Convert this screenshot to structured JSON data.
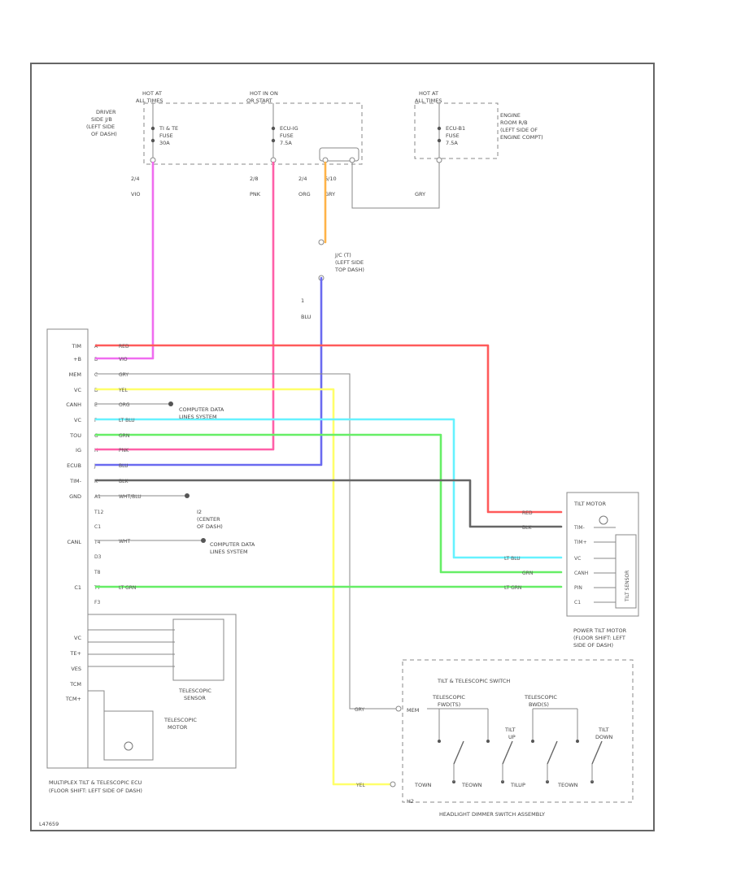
{
  "page": {
    "id_code": "L47659"
  },
  "fuse_panel_driver": {
    "hot1": "HOT AT",
    "hot2": "ALL TIMES",
    "hot3": "HOT IN ON",
    "hot4": "OR START",
    "loc1": "DRIVER",
    "loc2": "SIDE J/B",
    "loc3": "(LEFT SIDE",
    "loc4": "OF DASH)",
    "fuse1a": "TI & TE",
    "fuse1b": "FUSE",
    "fuse1c": "30A",
    "fuse2a": "ECU-IG",
    "fuse2b": "FUSE",
    "fuse2c": "7.5A"
  },
  "fuse_panel_engine": {
    "hot1": "HOT AT",
    "hot2": "ALL TIMES",
    "fuse_a": "ECU-B1",
    "fuse_b": "FUSE",
    "fuse_c": "7.5A",
    "loc1": "ENGINE",
    "loc2": "ROOM R/B",
    "loc3": "(LEFT SIDE OF",
    "loc4": "ENGINE COMPT)"
  },
  "connectors": {
    "c1": "2/4",
    "c2": "2/8",
    "c3": "2/4",
    "c4": "6/10"
  },
  "wires": {
    "vio": "VIO",
    "pnk": "PNK",
    "org": "ORG",
    "gry": "GRY",
    "gry2": "GRY",
    "blu": "BLU",
    "red": "RED",
    "wht": "WHT",
    "yel": "YEL",
    "lt_blu": "LT BLU",
    "grn": "GRN",
    "blk": "BLK",
    "wht_blu": "WHT/BLU",
    "lt_grn": "LT GRN",
    "gry_row": "GRY",
    "yel_row": "YEL"
  },
  "jb_connector": {
    "a1": "J/C (T)",
    "a2": "(LEFT SIDE",
    "a3": "TOP DASH)",
    "pin": "1"
  },
  "ecu": {
    "pins": [
      "TIM",
      "+B",
      "MEM",
      "VC",
      "CANH",
      "VC",
      "TOU",
      "IG",
      "ECUB",
      "TIM-",
      "GND",
      "",
      "",
      "CANL",
      "",
      "",
      "C1",
      "",
      "VC",
      "TE+",
      "VES",
      "TCM",
      "TCM+"
    ],
    "pin_nums": [
      "A",
      "B",
      "C",
      "D",
      "E",
      "F",
      "G",
      "H",
      "J",
      "K",
      "A1",
      "T12",
      "C1",
      "T4",
      "D3",
      "T8",
      "T7",
      "F3"
    ],
    "label1": "MULTIPLEX TILT & TELESCOPIC ECU",
    "label2": "(FLOOR SHIFT: LEFT SIDE OF DASH)"
  },
  "notes": {
    "computer1a": "COMPUTER DATA",
    "computer1b": "LINES SYSTEM",
    "computer2a": "COMPUTER DATA",
    "computer2b": "LINES SYSTEM",
    "ground_a": "I2",
    "ground_b": "(CENTER",
    "ground_c": "OF DASH)"
  },
  "telescopic": {
    "sensor1": "TELESCOPIC",
    "sensor2": "SENSOR",
    "motor1": "TELESCOPIC",
    "motor2": "MOTOR"
  },
  "power_tilt": {
    "label1": "POWER TILT MOTOR",
    "label2": "(FLOOR SHIFT: LEFT",
    "label3": "SIDE OF DASH)",
    "tilt_motor": "TILT MOTOR",
    "sensor": "TILT SENSOR",
    "pins": [
      "TIM-",
      "TIM+",
      "VC",
      "CANH",
      "PIN",
      "C1"
    ]
  },
  "switch": {
    "title": "TILT & TELESCOPIC SWITCH",
    "tele_fwd1": "TELESCOPIC",
    "tele_fwd2": "FWD(TS)",
    "tele_bwd1": "TELESCOPIC",
    "tele_bwd2": "BWD(S)",
    "tilt_up1": "TILT",
    "tilt_up2": "UP",
    "tilt_dn1": "TILT",
    "tilt_dn2": "DOWN",
    "mem": "MEM",
    "sw": [
      "TOWN",
      "TEOWN",
      "TILUP",
      "TEOWN"
    ],
    "ground": "H2",
    "assembly": "HEADLIGHT DIMMER SWITCH ASSEMBLY"
  },
  "colors": {
    "red": "#ff5a5a",
    "pink": "#ff5fa8",
    "violet": "#f06cf0",
    "orange": "#ffb347",
    "blue": "#6a6af0",
    "cyan": "#66f2ff",
    "green": "#66ee66",
    "yellow": "#ffff6a",
    "gray": "#9a9a9a",
    "dark": "#666666"
  }
}
